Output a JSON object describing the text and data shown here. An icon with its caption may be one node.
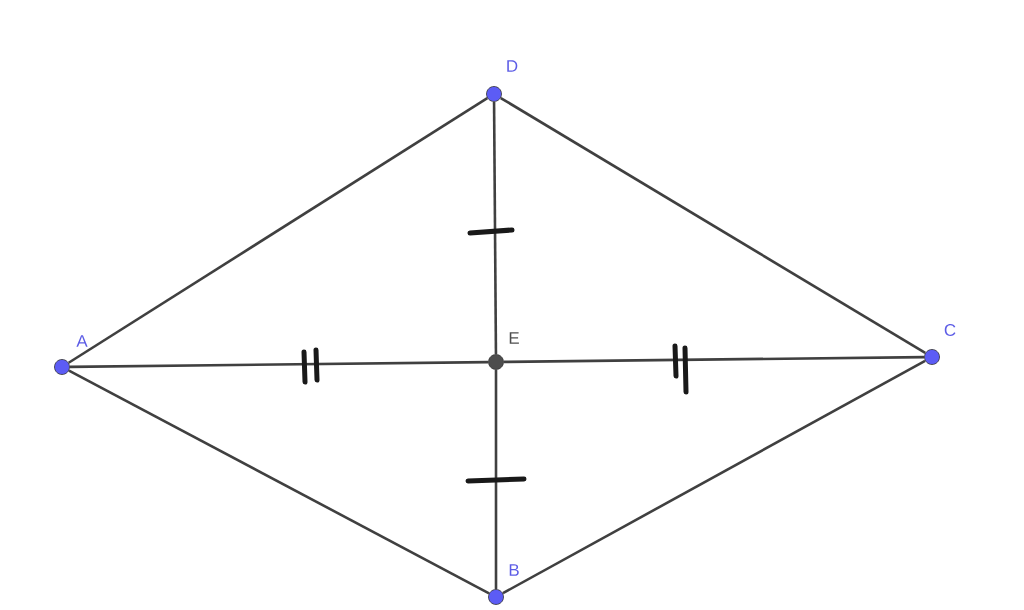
{
  "diagram": {
    "nodes": [
      {
        "text": [
          "A"
        ]
      },
      {
        "text": [
          "B"
        ]
      },
      {
        "text": [
          "C"
        ]
      },
      {
        "text": [
          "D"
        ]
      },
      {
        "text": [
          "E"
        ]
      }
    ],
    "edges": [
      {
        "from": 0,
        "to": 3,
        "arrow": "none"
      },
      {
        "from": 3,
        "to": 2,
        "arrow": "none"
      },
      {
        "from": 2,
        "to": 1,
        "arrow": "none"
      },
      {
        "from": 1,
        "to": 0,
        "arrow": "none"
      },
      {
        "from": 0,
        "to": 4,
        "arrow": "none"
      },
      {
        "from": 4,
        "to": 2,
        "arrow": "none"
      },
      {
        "from": 3,
        "to": 4,
        "arrow": "none"
      },
      {
        "from": 4,
        "to": 1,
        "arrow": "none"
      }
    ]
  }
}
